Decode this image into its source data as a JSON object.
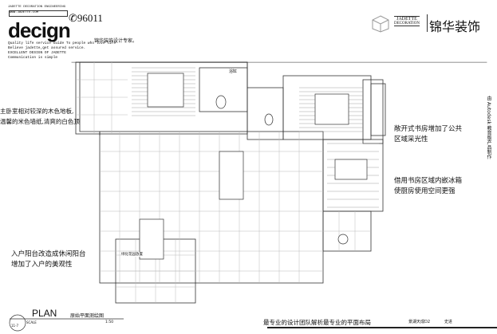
{
  "header": {
    "company_en": "JADETTE DECORATION ENGINEERING",
    "company_box": "WWW.JADETTE.COM",
    "phone": "96011",
    "logo_text": "decign",
    "tagline_cn": "锦华装饰设计专家。",
    "slogan_lines": [
      "Quality life service Guide To people who love life",
      "Believe jadette,get assured service.",
      "EXCELLENT DESIGN OF JADETTE",
      "Communication is simple"
    ],
    "brand_en_top": "JADETTE",
    "brand_en_bottom": "DECORATION",
    "brand_cn": "锦华装饰"
  },
  "annotations": {
    "left_top": [
      "主卧室相对较深的木色地板,",
      "温馨的米色墙纸,清爽的白色顶"
    ],
    "right_top": [
      "敞开式书房增加了公共",
      "区域采光性"
    ],
    "right_mid": [
      "借用书房区域内嵌冰箱",
      "使厨房使用空间更强"
    ],
    "left_bottom": [
      "入户阳台改造成休闲阳台",
      "增加了入户的美观性"
    ],
    "room_bath": "浴缸",
    "room_balcony": "绿化花园放置"
  },
  "side_text": "由 Autodesk 教育版产品制作",
  "title_block": {
    "plan_label": "PLAN",
    "drawing_number": "11-7",
    "scale_label": "SCALE",
    "drawing_title": "原始平面测绘图",
    "scale_value": "1:50"
  },
  "footer": {
    "motto": "最专业的设计团队解析最专业的平面布局",
    "project": "景湖天成D2",
    "designer": "史进"
  }
}
